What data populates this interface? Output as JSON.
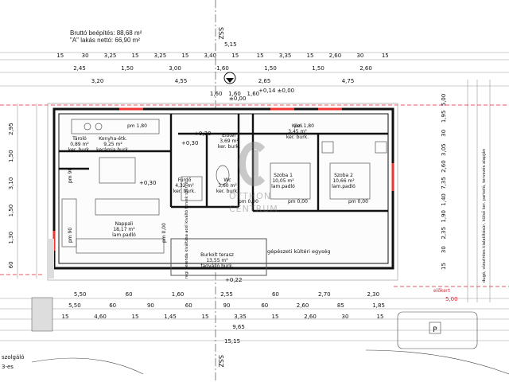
{
  "header": {
    "gross_area": "Bruttó beépítés: 88,68 m²",
    "net_area": "\"A\" lakás nettó: 66,90 m²"
  },
  "section_marks": {
    "top": "SSZ",
    "bottom": "SSZ",
    "top_value": "5,15",
    "bottom_value": "15,15"
  },
  "dims_top": {
    "row1": [
      "15",
      "30",
      "3,25",
      "15",
      "3,25",
      "15",
      "3,40",
      "15",
      "15",
      "3,35",
      "15",
      "2,60",
      "30",
      "15"
    ],
    "row2": [
      "2,45",
      "1,50",
      "3,00",
      "1,60",
      "1,50",
      "1,50",
      "2,60"
    ],
    "row3": [
      "3,20",
      "4,55",
      "2,65",
      "4,75"
    ],
    "row4": [
      "1,60",
      "1,60",
      "1,60"
    ]
  },
  "dims_bottom": {
    "row1": [
      "5,50",
      "60",
      "1,60",
      "2,55",
      "60",
      "2,70",
      "2,30"
    ],
    "row2": [
      "5,50",
      "60",
      "90",
      "60",
      "90",
      "60",
      "2,60",
      "85",
      "1,85"
    ],
    "row3": [
      "15",
      "4,60",
      "15",
      "1,45",
      "15",
      "3,35",
      "15",
      "2,60",
      "30",
      "15"
    ],
    "row4": [
      "9,65"
    ]
  },
  "dims_left": [
    "2,95",
    "1,50",
    "3,10",
    "1,50",
    "1,30",
    "60"
  ],
  "dims_right": [
    "5,00",
    "1,95",
    "30",
    "3,05",
    "2,60",
    "7,35",
    "1,40",
    "1,90",
    "2,35",
    "30",
    "15"
  ],
  "levels": [
    "+0,14 ±0,00",
    "±0,00",
    "+0,30",
    "+0,30",
    "+0,22",
    "+0,30"
  ],
  "rooms": [
    {
      "name": "Konyha-étk.",
      "area": "9,25 m²",
      "finish": "kerámia burk."
    },
    {
      "name": "Tároló",
      "area": "0,89 m²",
      "finish": "ker. burk."
    },
    {
      "name": "Nappali",
      "area": "18,17 m²",
      "finish": "lam.padló"
    },
    {
      "name": "Előtér",
      "area": "3,69 m²",
      "finish": "ker. burk."
    },
    {
      "name": "Fürdő",
      "area": "4,32 m²",
      "finish": "ker. burk."
    },
    {
      "name": "Wc",
      "area": "3,60 m²",
      "finish": "ker. burk."
    },
    {
      "name": "Közl.",
      "area": "3,45 m²",
      "finish": "ker. burk."
    },
    {
      "name": "Szoba 1",
      "area": "10,05 m²",
      "finish": "lam.padló"
    },
    {
      "name": "Szoba 2",
      "area": "10,66 m²",
      "finish": "lam.padló"
    },
    {
      "name": "Burkolt terasz",
      "area": "13,55 m²",
      "finish": "fagyálló burk."
    }
  ],
  "ceiling_heights": [
    "pm 1,80",
    "pm 1,80",
    "pm 90",
    "pm 90",
    "pm 0,00",
    "pm 0,00",
    "pm 0,00",
    "pm 0,00"
  ],
  "wall_notes": [
    "gépészeti kültéri egység",
    "régi gerenda kiváltása acél kiváltó tervek szerint"
  ],
  "right_notes": [
    "előkert",
    "5,00",
    "dugó, vízszintes kialakításúr, külső ker. parkoló, tervezés alapján"
  ],
  "watermark": {
    "line1": "OTTHON",
    "line2": "CENTRUM"
  },
  "bottom_left_label": {
    "line1": "szolgáló",
    "line2": "3-es"
  },
  "parking_label": "P"
}
